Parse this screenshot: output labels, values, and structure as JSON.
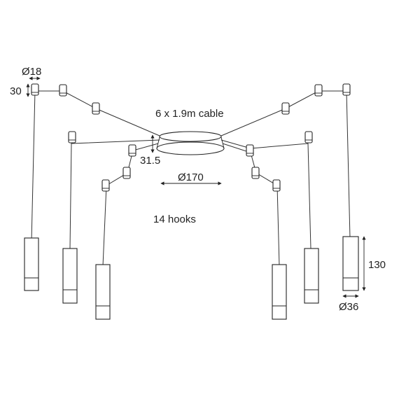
{
  "labels": {
    "cable": "6 x 1.9m cable",
    "hooks": "14 hooks",
    "canopy_diameter": "Ø170",
    "canopy_height": "31.5",
    "hook_diameter": "Ø18",
    "hook_height": "30",
    "shade_height": "130",
    "shade_diameter": "Ø36"
  },
  "colors": {
    "line": "#222222",
    "background": "#ffffff"
  }
}
